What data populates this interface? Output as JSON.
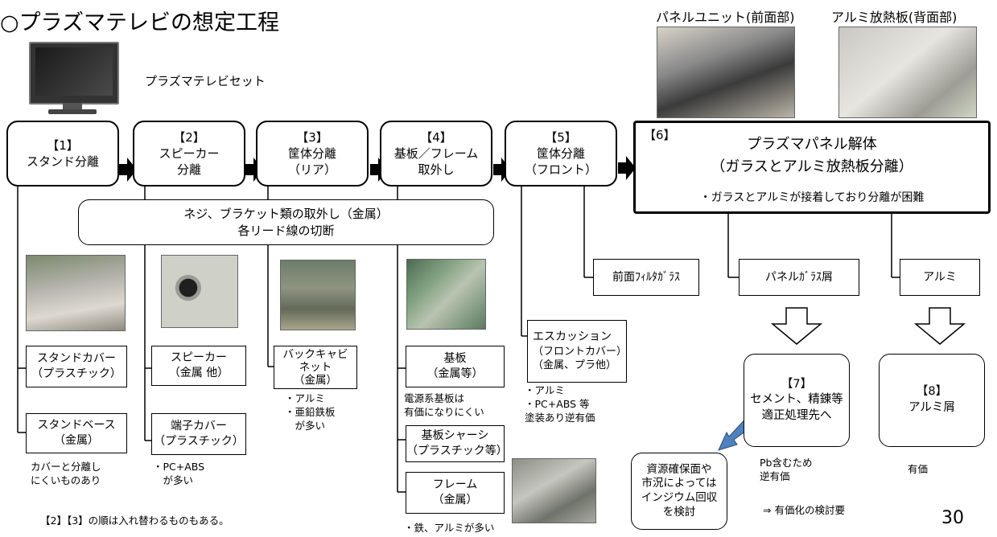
{
  "title": "○プラズマテレビの想定工程",
  "tv_label": "プラズマテレビセット",
  "photo_caption_front": "パネルユニット(前面部)",
  "photo_caption_back": "アルミ放熱板(背面部)",
  "steps": [
    {
      "num": "【1】",
      "lines": [
        "スタンド分離"
      ]
    },
    {
      "num": "【2】",
      "lines": [
        "スピーカー",
        "分離"
      ]
    },
    {
      "num": "【3】",
      "lines": [
        "筐体分離",
        "（リア）"
      ]
    },
    {
      "num": "【4】",
      "lines": [
        "基板／フレーム",
        "取外し"
      ]
    },
    {
      "num": "【5】",
      "lines": [
        "筐体分離",
        "（フロント）"
      ]
    }
  ],
  "step6": {
    "num": "【6】",
    "title": "プラズマパネル解体",
    "subtitle": "（ガラスとアルミ放熱板分離）",
    "note": "・ガラスとアルミが接着しており分離が困難"
  },
  "screw_box": [
    "ネジ、ブラケット類の取外し（金属）",
    "各リード線の切断"
  ],
  "parts": {
    "stand_cover": [
      "スタンドカバー",
      "（プラスチック）"
    ],
    "stand_base": [
      "スタンドベース",
      "（金属）"
    ],
    "speaker": [
      "スピーカー",
      "（金属 他）"
    ],
    "terminal_cover": [
      "端子カバー",
      "（プラスチック）"
    ],
    "back_cabinet": [
      "バックキャビ",
      "ネット",
      "（金属）"
    ],
    "board": [
      "基板",
      "（金属等）"
    ],
    "board_chassis": [
      "基板シャーシ",
      "（プラスチック等）"
    ],
    "frame": [
      "フレーム",
      "（金属）"
    ],
    "escutcheon": [
      "エスカッション",
      "（フロントカバー）",
      "（金属、プラ他）"
    ],
    "front_filter": "前面ﾌｨﾙﾀｶﾞﾗｽ",
    "panel_glass": "パネルｶﾞﾗｽ屑",
    "alumi": "アルミ"
  },
  "notes": {
    "stand": "カバーと分離し\nにくいものあり",
    "terminal": "・PC+ABS\n　が多い",
    "back_cabinet": "・アルミ\n・亜鉛鉄板\n　が多い",
    "board": "電源系基板は\n有価になりにくい",
    "frame": "・鉄、アルミが多い",
    "escutcheon": "・アルミ\n・PC+ABS 等\n塗装あり逆有価",
    "step7": "Pb含むため\n逆有価",
    "step8": "有価",
    "consider": "⇒  有価化の検討要",
    "order": "【2】【3】の順は入れ替わるものもある。"
  },
  "step7": {
    "num": "【7】",
    "lines": [
      "セメント、精錬等",
      "適正処理先へ"
    ]
  },
  "step8": {
    "num": "【8】",
    "lines": [
      "アルミ屑"
    ]
  },
  "indium_box": [
    "資源確保面や",
    "市況によっては",
    "インジウム回収",
    "を検討"
  ],
  "page_number": "30",
  "colors": {
    "accent_arrow": "#4f81bd"
  }
}
